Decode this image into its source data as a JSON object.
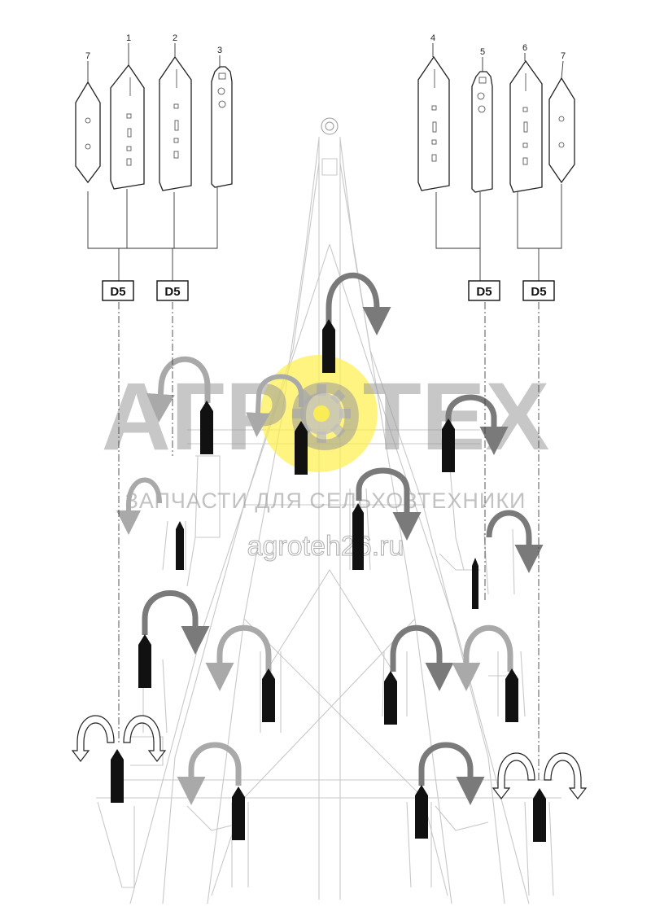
{
  "parts": [
    {
      "number": "7",
      "shape": "double-point-share"
    },
    {
      "number": "1",
      "shape": "long-point-share"
    },
    {
      "number": "2",
      "shape": "long-point-share"
    },
    {
      "number": "3",
      "shape": "narrow-share"
    },
    {
      "number": "4",
      "shape": "long-point-share"
    },
    {
      "number": "5",
      "shape": "narrow-share"
    },
    {
      "number": "6",
      "shape": "long-point-share"
    },
    {
      "number": "7",
      "shape": "double-point-share"
    }
  ],
  "groups": [
    {
      "label": "D5"
    },
    {
      "label": "D5"
    },
    {
      "label": "D5"
    },
    {
      "label": "D5"
    }
  ],
  "watermark": {
    "title": "АГРОТЕХ",
    "subtitle": "ЗАПЧАСТИ ДЛЯ СЕЛЬХОЗТЕХНИКИ",
    "url": "agroteh26.ru",
    "accent_color": "#fff04a",
    "gear_color": "#bdbdbd"
  },
  "arrows": {
    "rotate_gray": "#7a7a7a",
    "rotate_light": "#a9a9a9",
    "pointer_color": "#111111",
    "outline_color": "#222222"
  }
}
